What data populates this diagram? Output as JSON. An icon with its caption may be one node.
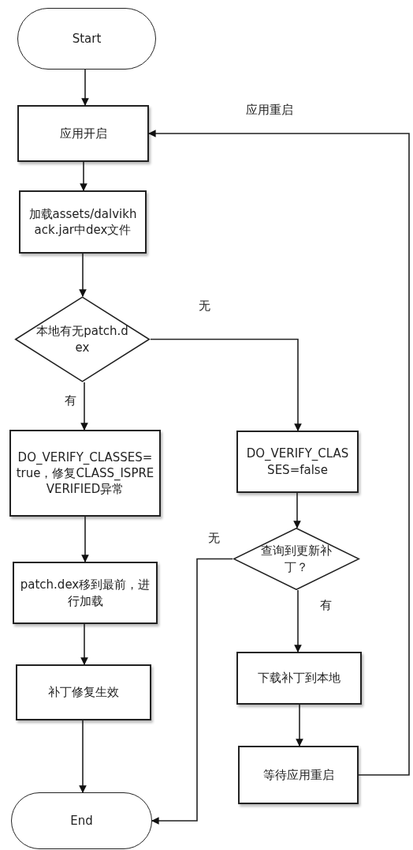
{
  "diagram": {
    "nodes": [
      {
        "text": [
          "Start"
        ]
      },
      {
        "text": [
          "应用开启"
        ]
      },
      {
        "text": [
          "加载assets/dalvikhack.jar中dex文件"
        ]
      },
      {
        "text": [
          "本地有无patch.dex"
        ]
      },
      {
        "text": [
          "DO_VERIFY_CLASSES=true，修复CLASS_ISPREVERIFIED异常"
        ]
      },
      {
        "text": [
          "patch.dex移到最前，进行加载"
        ]
      },
      {
        "text": [
          "补丁修复生效"
        ]
      },
      {
        "text": [
          "DO_VERIFY_CLASSES=false"
        ]
      },
      {
        "text": [
          "查询到更新补丁？"
        ]
      },
      {
        "text": [
          "下载补丁到本地"
        ]
      },
      {
        "text": [
          "等待应用重启"
        ]
      },
      {
        "text": [
          "End"
        ]
      }
    ],
    "edges": [
      {
        "from": 0,
        "to": 1,
        "arrow": "to"
      },
      {
        "from": 1,
        "to": 2,
        "arrow": "to"
      },
      {
        "from": 2,
        "to": 3,
        "arrow": "to"
      },
      {
        "from": 3,
        "to": 4,
        "arrow": "to",
        "label": "有"
      },
      {
        "from": 3,
        "to": 7,
        "arrow": "to",
        "label": "无"
      },
      {
        "from": 4,
        "to": 5,
        "arrow": "to"
      },
      {
        "from": 5,
        "to": 6,
        "arrow": "to"
      },
      {
        "from": 6,
        "to": 11,
        "arrow": "to"
      },
      {
        "from": 7,
        "to": 8,
        "arrow": "to"
      },
      {
        "from": 8,
        "to": 9,
        "arrow": "to",
        "label": "有"
      },
      {
        "from": 8,
        "to": 11,
        "arrow": "to",
        "label": "无"
      },
      {
        "from": 9,
        "to": 10,
        "arrow": "to"
      },
      {
        "from": 10,
        "to": 1,
        "arrow": "to",
        "label": "应用重启"
      }
    ]
  }
}
